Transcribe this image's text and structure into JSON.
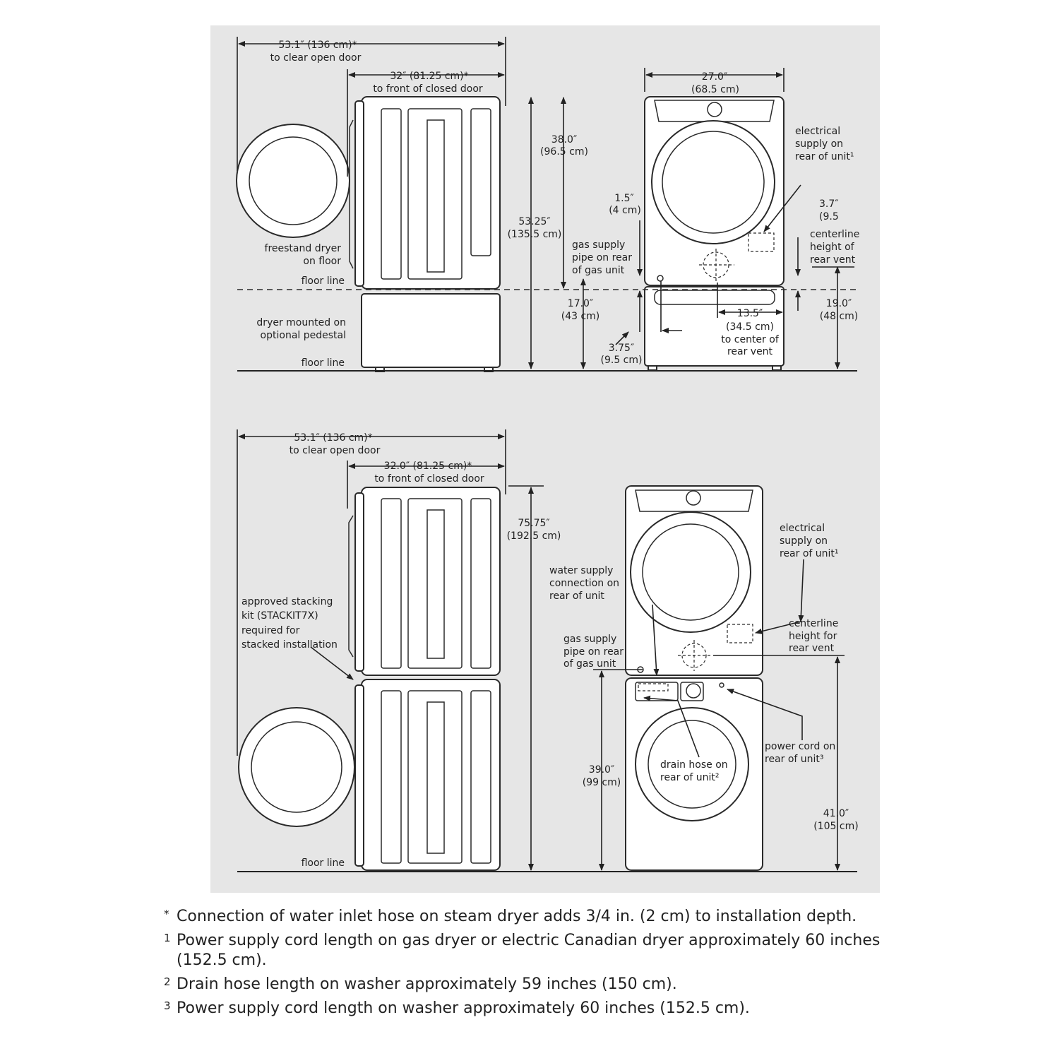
{
  "top": {
    "open_door_dim": "53.1″ (136 cm)*",
    "open_door_note": "to clear open door",
    "closed_door_dim": "32″ (81.25 cm)*",
    "closed_door_note": "to front of closed door",
    "height_38": "38.0″",
    "height_38_cm": "(96.5 cm)",
    "height_53": "53.25″",
    "height_53_cm": "(135.5 cm)",
    "freestand_1": "freestand dryer",
    "freestand_2": "on floor",
    "floor_line_1": "floor line",
    "pedestal_1": "dryer mounted on",
    "pedestal_2": "optional pedestal",
    "floor_line_2": "floor line",
    "width_27": "27.0″",
    "width_27_cm": "(68.5 cm)",
    "electrical_1": "electrical",
    "electrical_2": "supply on",
    "electrical_3": "rear of unit¹",
    "dim_1_5": "1.5″",
    "dim_1_5_cm": "(4 cm)",
    "dim_3_7": "3.7″",
    "dim_3_7_cm": "(9.5",
    "gas_1": "gas supply",
    "gas_2": "pipe on rear",
    "gas_3": "of gas unit",
    "centerline_1": "centerline",
    "centerline_2": "height of",
    "centerline_3": "rear vent",
    "dim_17": "17.0″",
    "dim_17_cm": "(43 cm)",
    "dim_13_5": "13.5″",
    "dim_13_5_cm": "(34.5 cm)",
    "center_vent_1": "to center of",
    "center_vent_2": "rear vent",
    "dim_19": "19.0″",
    "dim_19_cm": "(48 cm)",
    "dim_3_75": "3.75″",
    "dim_3_75_cm": "(9.5 cm)"
  },
  "bottom": {
    "open_door_dim": "53.1″ (136 cm)*",
    "open_door_note": "to clear open door",
    "closed_door_dim": "32.0″ (81.25 cm)*",
    "closed_door_note": "to front of closed door",
    "height_75": "75.75″",
    "height_75_cm": "(192.5 cm)",
    "stacking_1": "approved stacking",
    "stacking_2": "kit (STACKIT7X)",
    "stacking_3": "required for",
    "stacking_4": "stacked installation",
    "floor_line": "floor line",
    "water_1": "water supply",
    "water_2": "connection on",
    "water_3": "rear of unit",
    "electrical_1": "electrical",
    "electrical_2": "supply on",
    "electrical_3": "rear of unit¹",
    "gas_1": "gas supply",
    "gas_2": "pipe on rear",
    "gas_3": "of gas unit",
    "centerline_1": "centerline",
    "centerline_2": "height for",
    "centerline_3": "rear vent",
    "power_1": "power cord on",
    "power_2": "rear of unit³",
    "drain_1": "drain hose on",
    "drain_2": "rear of unit²",
    "dim_39": "39.0″",
    "dim_39_cm": "(99 cm)",
    "dim_41": "41.0″",
    "dim_41_cm": "(105 cm)"
  },
  "footnotes": [
    {
      "mark": "*",
      "text": "Connection of water inlet hose on steam dryer adds 3/4 in. (2 cm) to installation depth."
    },
    {
      "mark": "1",
      "text": "Power supply cord length on gas dryer or electric Canadian dryer approximately 60 inches (152.5 cm)."
    },
    {
      "mark": "2",
      "text": "Drain hose length on washer approximately 59 inches (150 cm)."
    },
    {
      "mark": "3",
      "text": "Power supply cord length on washer approximately 60 inches (152.5 cm)."
    }
  ]
}
